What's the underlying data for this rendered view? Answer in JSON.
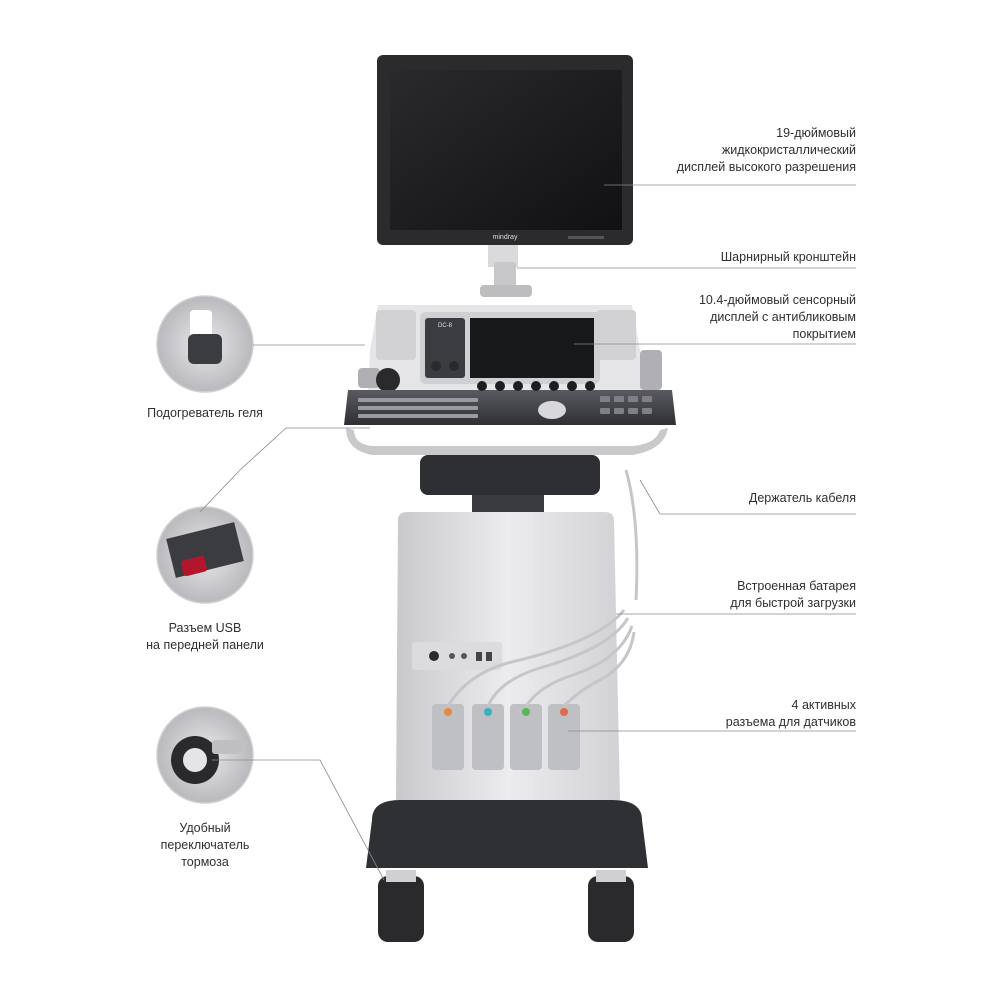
{
  "brand": "mindray",
  "model_badge": "DC-8",
  "callouts": {
    "display": [
      "19-дюймовый",
      "жидкокристаллический",
      "дисплей высокого разрешения"
    ],
    "hinge": [
      "Шарнирный кронштейн"
    ],
    "touchscreen": [
      "10.4-дюймовый сенсорный",
      "дисплей с антибликовым",
      "покрытием"
    ],
    "cable_holder": [
      "Держатель кабеля"
    ],
    "battery": [
      "Встроенная батарея",
      "для быстрой загрузки"
    ],
    "probe_ports": [
      "4 активных",
      "разъема для датчиков"
    ],
    "gel_warmer": [
      "Подогреватель геля"
    ],
    "usb": [
      "Разъем USB",
      "на передней панели"
    ],
    "brake": [
      "Удобный",
      "переключатель",
      "тормоза"
    ]
  },
  "colors": {
    "screen": "#1d1d1f",
    "body_light": "#e4e4e6",
    "body_dark": "#3a3b40",
    "leader_line": "#8a8a8a",
    "usb_red": "#b3152c"
  }
}
